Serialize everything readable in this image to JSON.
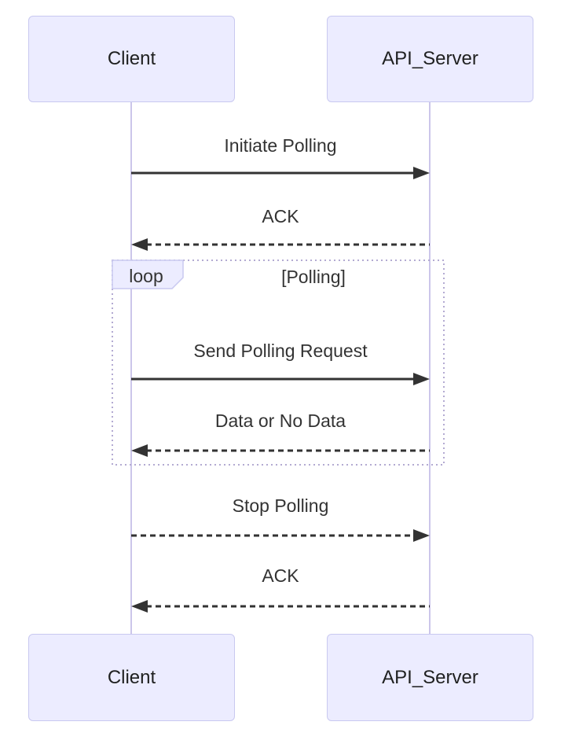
{
  "diagram": {
    "type": "sequence-diagram",
    "actors": [
      {
        "id": "client",
        "name": "Client"
      },
      {
        "id": "api_server",
        "name": "API_Server"
      }
    ],
    "messages": [
      {
        "from": "Client",
        "to": "API_Server",
        "label": "Initiate Polling",
        "line": "solid",
        "direction": "right"
      },
      {
        "from": "API_Server",
        "to": "Client",
        "label": "ACK",
        "line": "dashed",
        "direction": "left"
      },
      {
        "from": "Client",
        "to": "API_Server",
        "label": "Send Polling Request",
        "line": "solid",
        "direction": "right",
        "in_loop": true
      },
      {
        "from": "API_Server",
        "to": "Client",
        "label": "Data or No Data",
        "line": "dashed",
        "direction": "left",
        "in_loop": true
      },
      {
        "from": "Client",
        "to": "API_Server",
        "label": "Stop Polling",
        "line": "dashed",
        "direction": "right"
      },
      {
        "from": "API_Server",
        "to": "Client",
        "label": "ACK",
        "line": "dashed",
        "direction": "left"
      }
    ],
    "loop": {
      "keyword": "loop",
      "condition": "[Polling]"
    }
  },
  "colors": {
    "background": "#ffffff",
    "actor_fill": "#ececff",
    "actor_border": "#c9c9f0",
    "actor_text": "#1f2020",
    "lifeline": "#ccc6ea",
    "message_text": "#333333",
    "arrow": "#333333",
    "loop_border": "#b3aad2",
    "loop_label_fill": "#ececff",
    "loop_label_border": "#c9c9f0"
  }
}
